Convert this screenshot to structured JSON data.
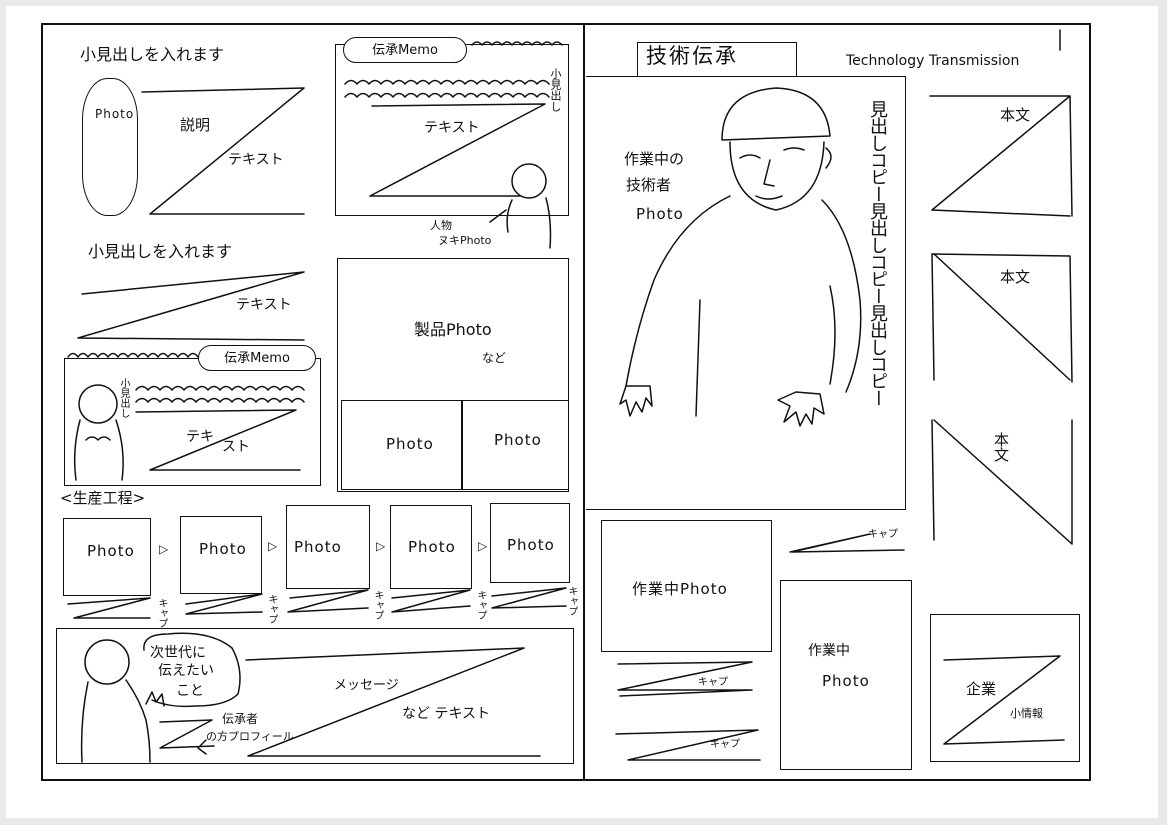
{
  "left_page": {
    "subheading_1": "小見出しを入れます",
    "subheading_2": "小見出しを入れます",
    "photo_oval_label": "Photo",
    "description_label": "説明",
    "text_label": "テキスト",
    "text_label_2": "テキスト",
    "memo_1": {
      "badge": "伝承Memo",
      "side_label": "小見出し",
      "text_label": "テキスト",
      "person_label": "人物",
      "person_photo_label": "ヌキPhoto"
    },
    "product_photo": {
      "label": "製品Photo",
      "sub_label": "など"
    },
    "photo_left": "Photo",
    "photo_right": "Photo",
    "memo_2": {
      "badge": "伝承Memo",
      "side_label": "小見出し",
      "text_a": "テキ",
      "text_b": "スト"
    },
    "process_heading": "<生産工程>",
    "process_steps": [
      "Photo",
      "Photo",
      "Photo",
      "Photo",
      "Photo"
    ],
    "process_arrow": "▷",
    "process_caption": "キャプ",
    "message_box": {
      "bubble_lines": [
        "次世代に",
        "伝えたい",
        "こと"
      ],
      "message_label": "メッセージ",
      "message_text": "など テキスト",
      "profile_line_1": "伝承者",
      "profile_line_2": "の方プロフィール"
    }
  },
  "right_page": {
    "title": "技術伝承",
    "title_en": "Technology Transmission",
    "worker_label_lines": [
      "作業中の",
      "技術者",
      "Photo"
    ],
    "headline_copy": "見出しコピー見出しコピー見出しコピー",
    "body_label": "本文",
    "caption_label": "キャプ",
    "work_photo_1": "作業中Photo",
    "work_photo_2_lines": [
      "作業中",
      "Photo"
    ],
    "company_label": "企業",
    "company_sub": "小情報"
  },
  "colors": {
    "ink": "#111111",
    "paper": "#ffffff",
    "background": "#e9e9e9"
  }
}
